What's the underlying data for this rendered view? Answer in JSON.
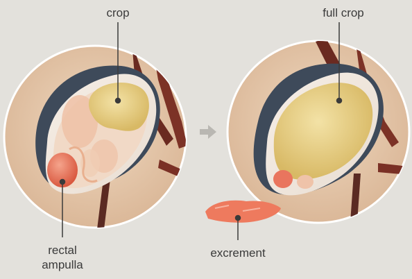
{
  "labels": {
    "crop": "crop",
    "full_crop": "full crop",
    "rectal_ampulla_line1": "rectal",
    "rectal_ampulla_line2": "ampulla",
    "excrement": "excrement"
  },
  "icons": {
    "transition": "right-arrow-icon"
  },
  "colors": {
    "background": "#e3e1dc",
    "circle_fill": "#e8c9a9",
    "circle_border": "#ffffff",
    "crop": "#e8cf85",
    "rectal_ampulla": "#e9755e",
    "excrement": "#ee7a5e",
    "leader_line": "#3a3a3a",
    "arrow": "#b9b7b2"
  }
}
